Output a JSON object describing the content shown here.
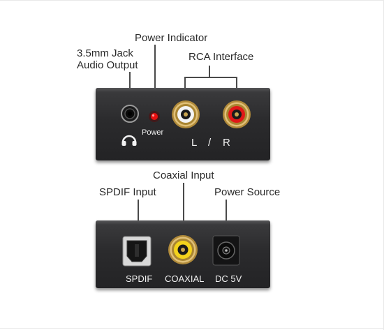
{
  "callouts": {
    "jack_line1": "3.5mm Jack",
    "jack_line2": "Audio Output",
    "power_indicator": "Power Indicator",
    "rca_interface": "RCA Interface",
    "coaxial_input": "Coaxial Input",
    "spdif_input": "SPDIF Input",
    "power_source": "Power Source"
  },
  "front_panel": {
    "power_label": "Power",
    "left_label": "L",
    "slash": "/",
    "right_label": "R",
    "headphone_icon": "headphones-icon",
    "led_color": "#e81010",
    "rca_left_color": "#f4f4f4",
    "rca_right_color": "#e01818"
  },
  "back_panel": {
    "spdif_label": "SPDIF",
    "coaxial_label": "COAXIAL",
    "dc_label": "DC 5V",
    "coaxial_color": "#f3d21c"
  }
}
